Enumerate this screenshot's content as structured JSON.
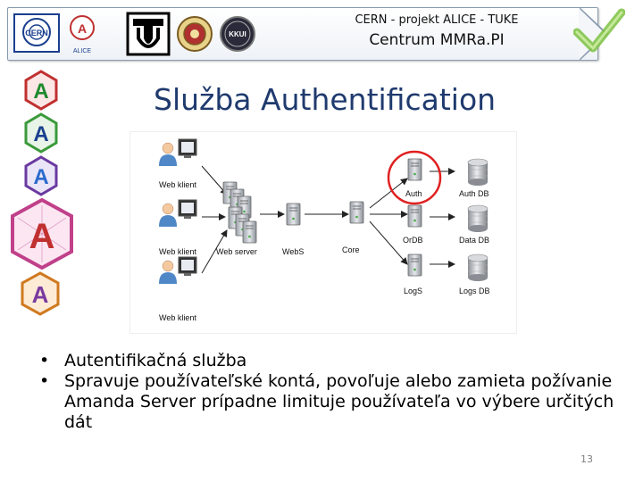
{
  "header": {
    "title": "CERN - projekt ALICE - TUKE",
    "subtitle": "Centrum MMRa.PI"
  },
  "logos": {
    "cern_label": "CERN",
    "alice_label": "ALICE",
    "kkui_label": "KKUI",
    "alice_side_letter": "A"
  },
  "slide": {
    "title": "Služba Authentification",
    "page_number": "13"
  },
  "diagram": {
    "labels": {
      "client1": "Web klient",
      "client2": "Web klient",
      "client3": "Web klient",
      "web_server": "Web server",
      "webs": "WebS",
      "core": "Core",
      "auth": "Auth",
      "ordb": "OrDB",
      "logs": "LogS",
      "auth_db": "Auth DB",
      "data_db": "Data DB",
      "logs_db": "Logs DB"
    },
    "highlight_color": "#e02020"
  },
  "bullets": [
    {
      "text": "Autentifikačná služba"
    },
    {
      "text": "Spravuje používateľské kontá, povoľuje alebo zamieta požívanie Amanda Server prípadne limituje používateľa vo výbere určitých dát"
    }
  ],
  "colors": {
    "title": "#1f3a6e",
    "banner_border": "#8a9bb0",
    "checkmark": "#7dc142"
  }
}
